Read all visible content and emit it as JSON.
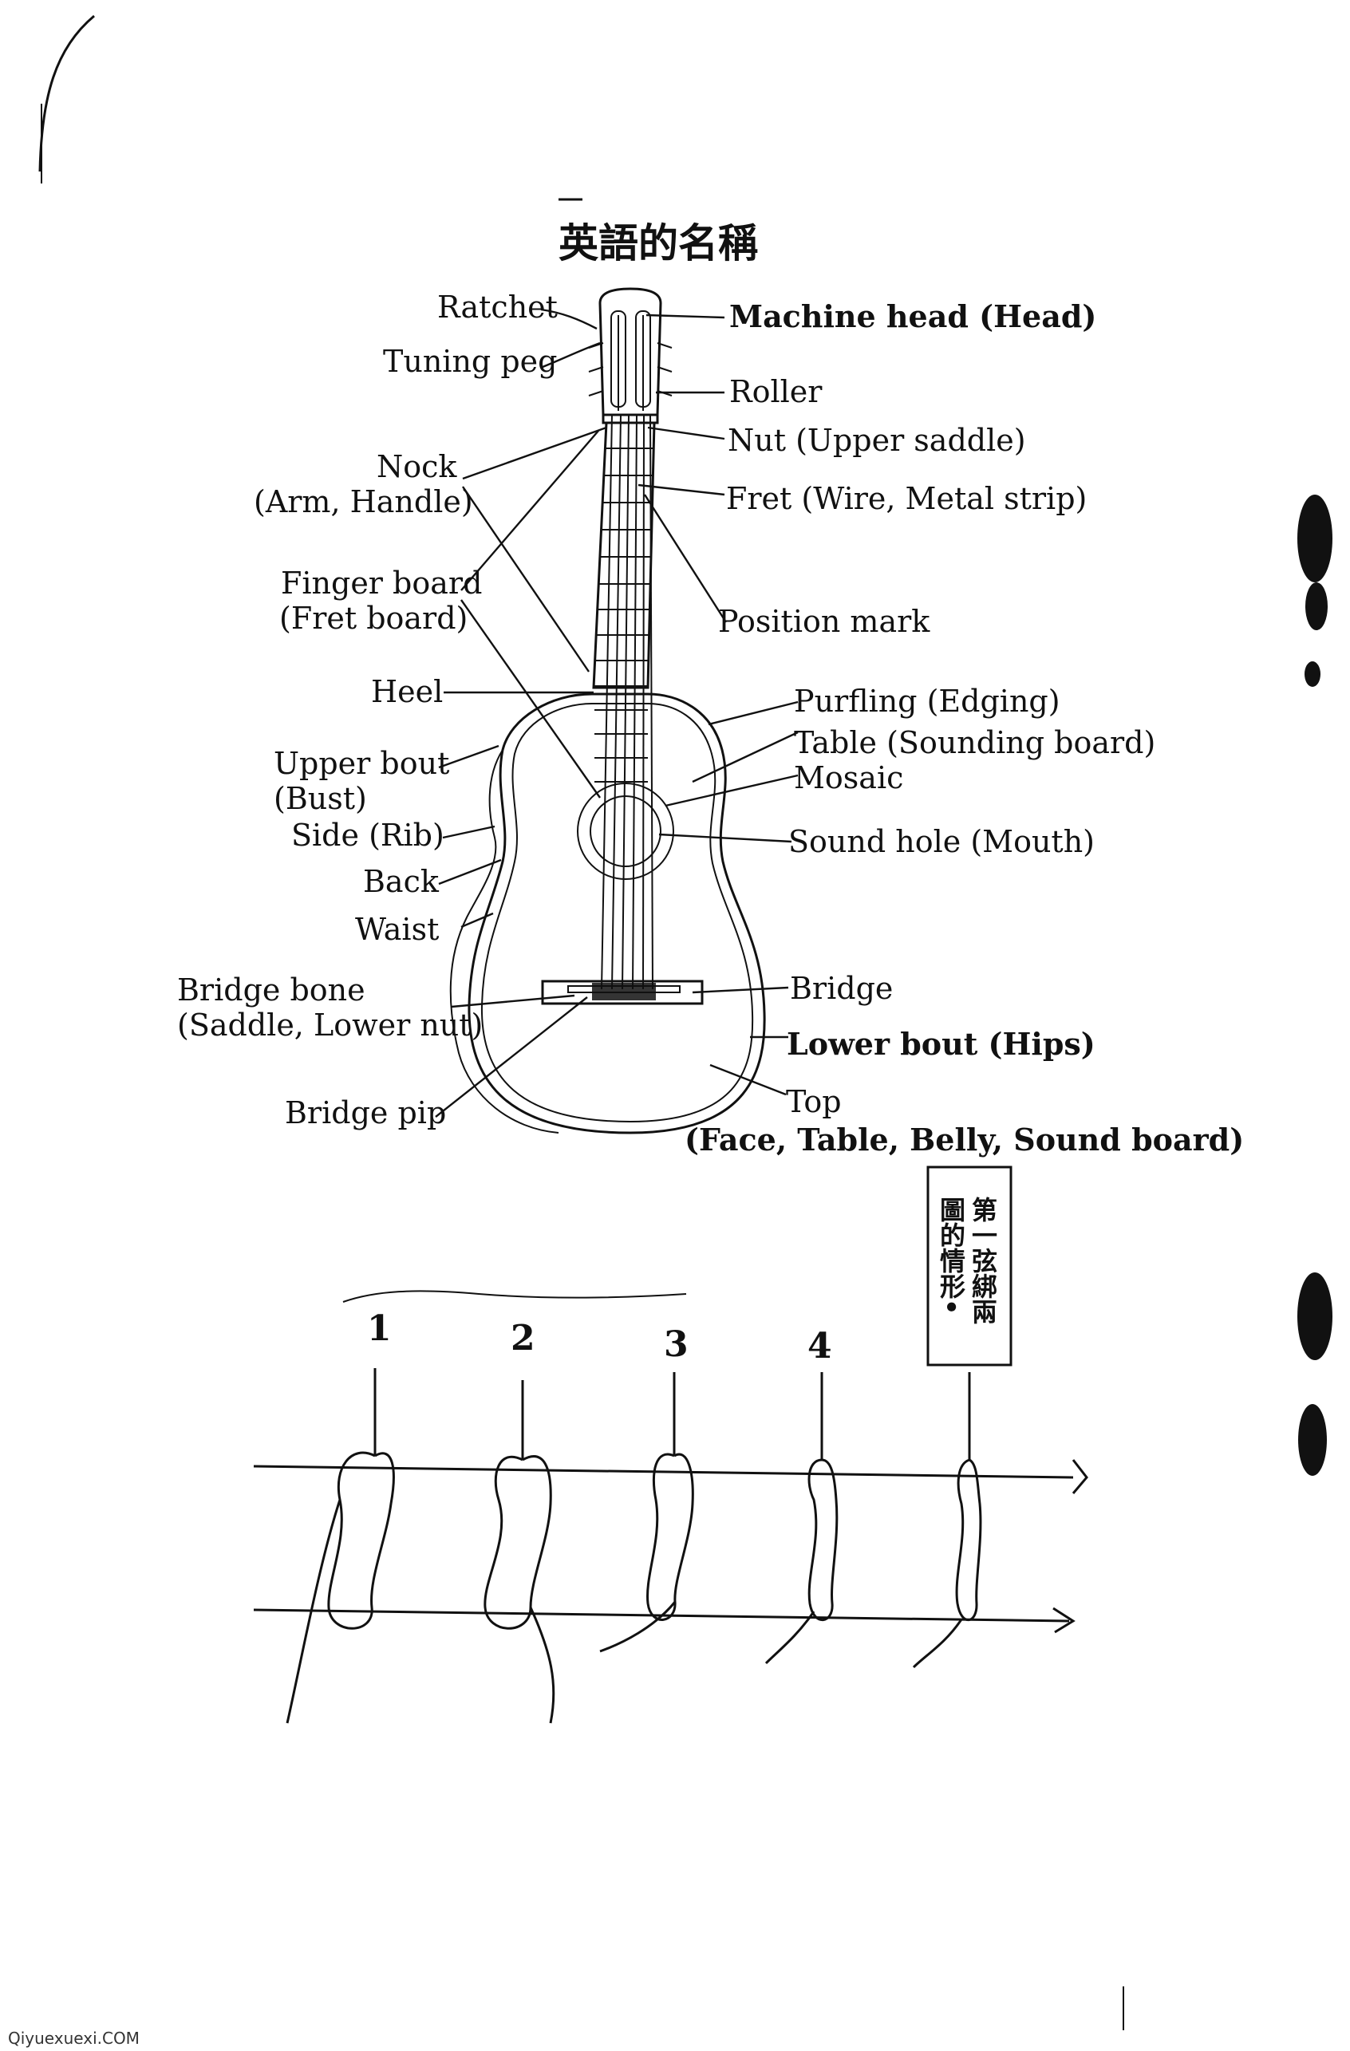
{
  "title": "英語的名稱",
  "labels": {
    "ratchet": "Ratchet",
    "tuning_peg": "Tuning peg",
    "machine_head": "Machine head (Head)",
    "roller": "Roller",
    "nut": "Nut (Upper saddle)",
    "nock": "Nock",
    "nock_alt": "(Arm, Handle)",
    "fret": "Fret (Wire, Metal strip)",
    "finger_board": "Finger board",
    "finger_board_alt": "(Fret board)",
    "position_mark": "Position mark",
    "heel": "Heel",
    "purfling": "Purfling (Edging)",
    "table": "Table (Sounding board)",
    "upper_bout": "Upper bout",
    "upper_bout_alt": "(Bust)",
    "mosaic": "Mosaic",
    "side": "Side (Rib)",
    "sound_hole": "Sound hole (Mouth)",
    "back": "Back",
    "waist": "Waist",
    "bridge_bone": "Bridge bone",
    "bridge_bone_alt": "(Saddle, Lower nut)",
    "bridge": "Bridge",
    "lower_bout": "Lower bout (Hips)",
    "bridge_pip": "Bridge pip",
    "top": "Top",
    "top_alt": "(Face, Table, Belly, Sound board)"
  },
  "steps": [
    "1",
    "2",
    "3",
    "4"
  ],
  "side_caption": [
    "第一弦綁兩",
    "圖的情形•"
  ],
  "watermark": "Qiyuexuexi.COM"
}
